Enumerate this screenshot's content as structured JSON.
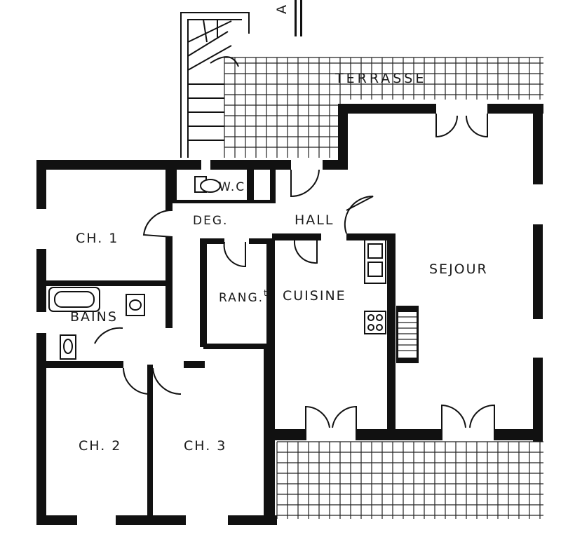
{
  "plan": {
    "north_marker": "A",
    "terrace_top_label": "TERRASSE",
    "rooms": {
      "ch1": "CH. 1",
      "deg": "DEG.",
      "wc": "W.C.",
      "hall": "HALL",
      "bains": "BAINS",
      "rangt": "RANG.",
      "rangt_sup": "t",
      "cuisine": "CUISINE",
      "sejour": "SEJOUR",
      "ch2": "CH. 2",
      "ch3": "CH. 3"
    }
  }
}
